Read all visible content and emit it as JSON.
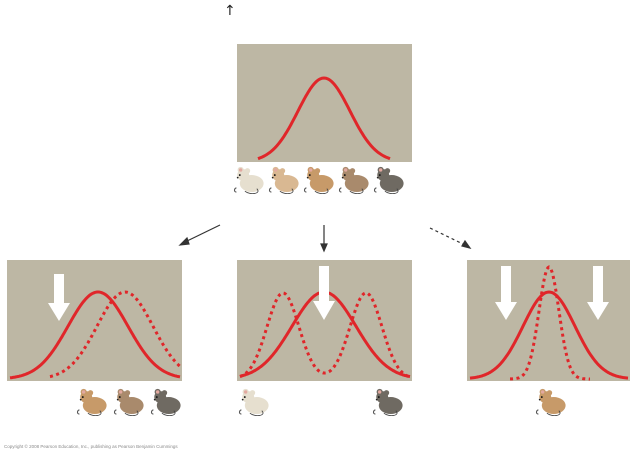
{
  "figure": {
    "colors": {
      "panel_bg": "#bdb7a4",
      "curve": "#e0262a",
      "arrow_fill": "#ffffff",
      "selection_arrow": "#333333"
    },
    "icons": {
      "top_arrow": "up-arrow-icon",
      "mouse": "mouse-icon",
      "selection": "down-arrow-icon"
    },
    "credit": "Copyright © 2008 Pearson Education, Inc., publishing as Pearson Benjamin Cummings",
    "top_arrow_glyph": "↑",
    "original_population": {
      "curve": "solid normal distribution centered on intermediate fur color",
      "mice": [
        "light",
        "light-tan",
        "tan",
        "dark-tan",
        "dark"
      ]
    },
    "panels": [
      {
        "id": "directional",
        "mice": [
          "tan",
          "dark-tan",
          "dark"
        ],
        "selection_arrows": 1
      },
      {
        "id": "disruptive",
        "mice": [
          "light",
          "dark"
        ],
        "selection_arrows": 1
      },
      {
        "id": "stabilizing",
        "mice": [
          "tan"
        ],
        "selection_arrows": 2
      }
    ]
  }
}
